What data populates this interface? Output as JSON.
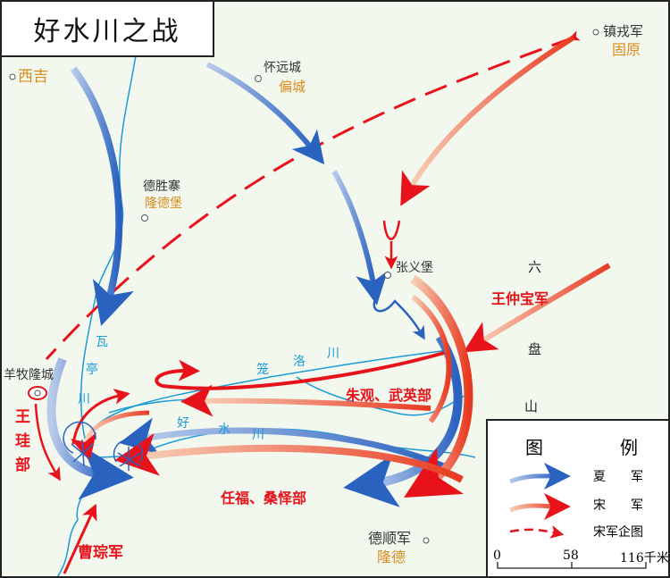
{
  "title": "好水川之战",
  "places": {
    "xiji": "西吉",
    "zhenrongjun": "镇戎军",
    "guyuan": "固原",
    "huaiyuancheng": "怀远城",
    "piancheng": "偏城",
    "deshengzhai": "德胜寨",
    "longdebao": "隆德堡",
    "zhangyibao": "张义堡",
    "yangmulongcheng": "羊牧隆城",
    "deshunjun": "德顺军",
    "longde": "隆德"
  },
  "mountain": [
    "六",
    "盘",
    "山"
  ],
  "rivers": {
    "wating": [
      "瓦",
      "亭",
      "川"
    ],
    "longluo": [
      "笼",
      "洛",
      "川"
    ],
    "haoshui": [
      "好",
      "水",
      "川"
    ]
  },
  "armies": {
    "wang_zhongbao": "王仲宝军",
    "zhu_wu": "朱观、武英部",
    "ren_sang": "任福、桑怿部",
    "wang_gui": "王珪部",
    "cao_cong": "曹琮军"
  },
  "legend": {
    "title_left": "图",
    "title_right": "例",
    "xia": "夏　　军",
    "song": "宋　　军",
    "song_plan": "宋军企图",
    "scale": [
      "0",
      "58",
      "116千米"
    ]
  },
  "colors": {
    "xia": "#2a6fc4",
    "song": "#e8121b",
    "river": "#1a9ad6",
    "background": "#f2f8ee",
    "place_modern": "#d98c1c"
  }
}
